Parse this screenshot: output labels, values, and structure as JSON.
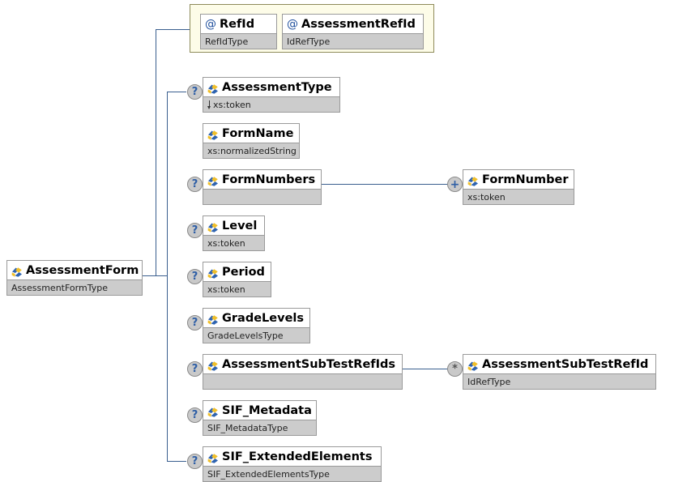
{
  "diagram": {
    "title": "AssessmentForm XML Schema element diagram",
    "type": "xsd-element-tree",
    "colors": {
      "connector": "#3a5f8f",
      "node_border": "#9a9a9a",
      "type_bar": "#cccccc",
      "attr_group_bg": "#fdfce8",
      "attr_group_border": "#8e8b5a",
      "circle_fill": "#c9c9c9",
      "icon_blue": "#1d4e9c",
      "icon_yellow": "#f2c12e"
    }
  },
  "root": {
    "name": "AssessmentForm",
    "type": "AssessmentFormType",
    "icon": "element-icon",
    "optional": false
  },
  "attribute_group": {
    "name": "attribute-group",
    "attributes": [
      {
        "name": "RefId",
        "type": "RefIdType",
        "icon": "attribute-icon"
      },
      {
        "name": "AssessmentRefId",
        "type": "IdRefType",
        "icon": "attribute-icon"
      }
    ]
  },
  "children": [
    {
      "name": "AssessmentType",
      "type": "xs:token",
      "icon": "element-icon",
      "occurrence": "?",
      "type_prefix": "down-arrow-icon",
      "connected": true
    },
    {
      "name": "FormName",
      "type": "xs:normalizedString",
      "icon": "element-icon",
      "occurrence": "",
      "type_prefix": "",
      "connected": false
    },
    {
      "name": "FormNumbers",
      "type": "",
      "icon": "element-icon",
      "occurrence": "?",
      "type_prefix": "",
      "connected": false
    },
    {
      "name": "Level",
      "type": "xs:token",
      "icon": "element-icon",
      "occurrence": "?",
      "type_prefix": "",
      "connected": false
    },
    {
      "name": "Period",
      "type": "xs:token",
      "icon": "element-icon",
      "occurrence": "?",
      "type_prefix": "",
      "connected": false
    },
    {
      "name": "GradeLevels",
      "type": "GradeLevelsType",
      "icon": "element-icon",
      "occurrence": "?",
      "type_prefix": "",
      "connected": false
    },
    {
      "name": "AssessmentSubTestRefIds",
      "type": "",
      "icon": "element-icon",
      "occurrence": "?",
      "type_prefix": "",
      "connected": false
    },
    {
      "name": "SIF_Metadata",
      "type": "SIF_MetadataType",
      "icon": "element-icon",
      "occurrence": "?",
      "type_prefix": "",
      "connected": false
    },
    {
      "name": "SIF_ExtendedElements",
      "type": "SIF_ExtendedElementsType",
      "icon": "element-icon",
      "occurrence": "?",
      "type_prefix": "",
      "connected": true
    }
  ],
  "grandchildren": [
    {
      "parent": "FormNumbers",
      "name": "FormNumber",
      "type": "xs:token",
      "icon": "element-icon",
      "occurrence": "+"
    },
    {
      "parent": "AssessmentSubTestRefIds",
      "name": "AssessmentSubTestRefId",
      "type": "IdRefType",
      "icon": "element-icon",
      "occurrence": "*"
    }
  ]
}
